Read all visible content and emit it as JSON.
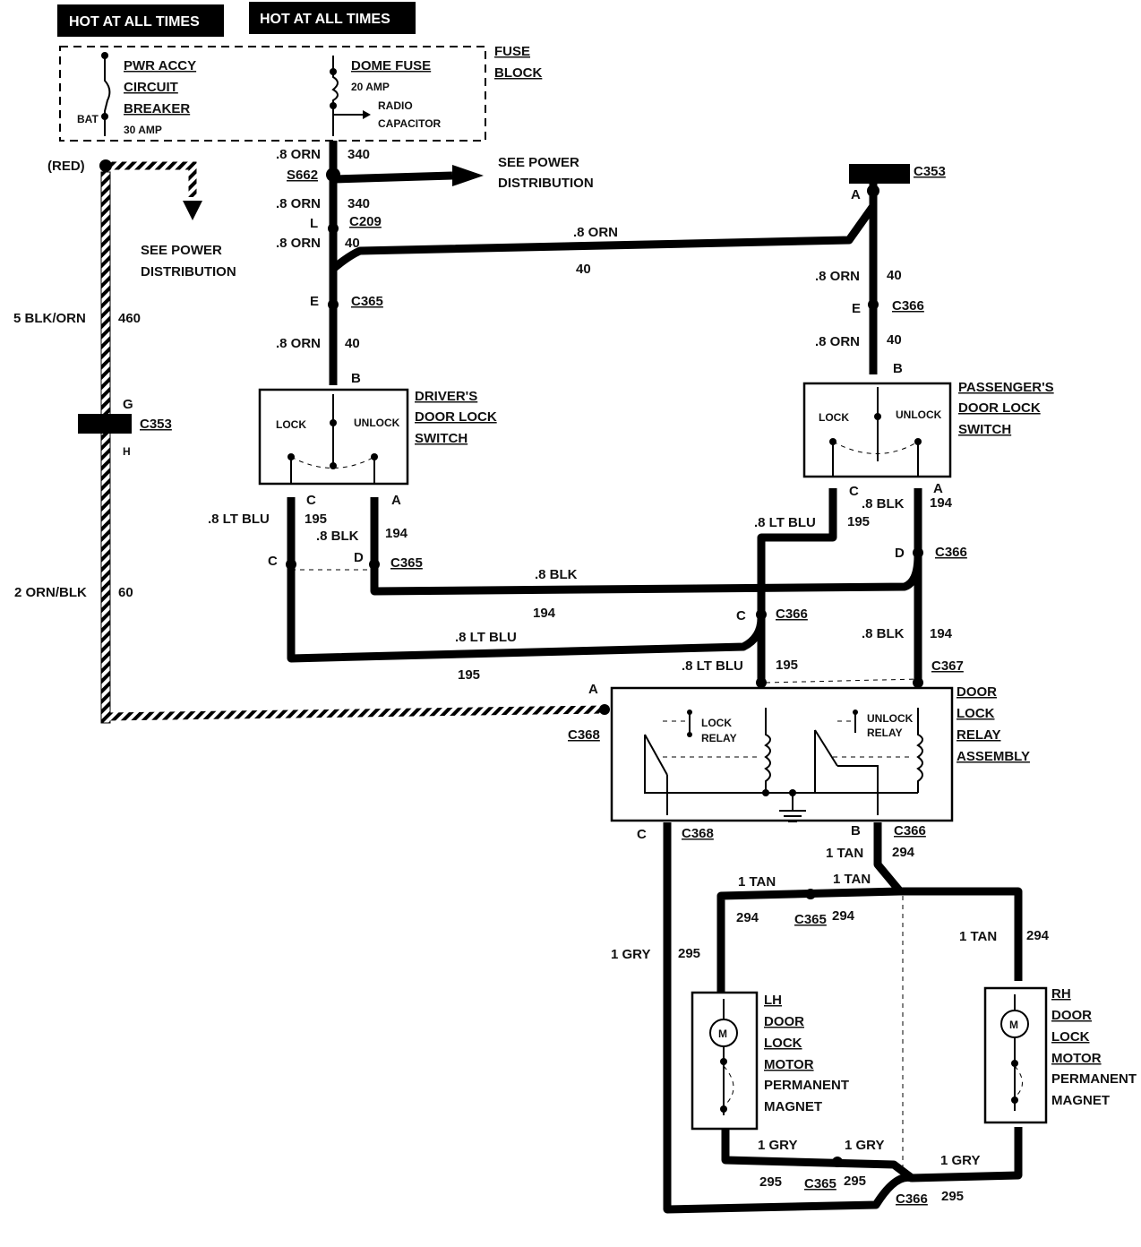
{
  "headers": {
    "hot1": "HOT AT ALL TIMES",
    "hot2": "HOT AT ALL TIMES"
  },
  "fuse_block": {
    "title1": "FUSE",
    "title2": "BLOCK",
    "breaker1": "PWR ACCY",
    "breaker2": "CIRCUIT",
    "breaker3": "BREAKER",
    "breaker_amp": "30 AMP",
    "bat": "BAT",
    "dome1": "DOME FUSE",
    "dome_amp": "20 AMP",
    "radio1": "RADIO",
    "radio2": "CAPACITOR"
  },
  "top": {
    "red": "(RED)",
    "see_power1a": "SEE POWER",
    "see_power1b": "DISTRIBUTION",
    "see_power2a": "SEE POWER",
    "see_power2b": "DISTRIBUTION",
    "s662": "S662",
    "orn340a": ".8 ORN",
    "n340a": "340",
    "orn340b": ".8 ORN",
    "n340b": "340",
    "c209_pin": "L",
    "c209": "C209",
    "orn40a": ".8 ORN",
    "n40a": "40",
    "c365_pin_e": "E",
    "c365_e": "C365",
    "orn40b": ".8 ORN",
    "n40b": "40",
    "pin_b_drv": "B",
    "top_orn": ".8 ORN",
    "top_40": "40",
    "c353_pin_a": "A",
    "c353_top": "C353",
    "orn40c": ".8 ORN",
    "n40c": "40",
    "c366_pin_e": "E",
    "c366_e": "C366",
    "orn40d": ".8 ORN",
    "n40d": "40",
    "pin_b_pass": "B"
  },
  "left": {
    "blk_orn": "5 BLK/ORN",
    "n460": "460",
    "c353_g": "G",
    "c353": "C353",
    "c353_h": "H",
    "orn_blk": "2 ORN/BLK",
    "n60": "60"
  },
  "driver_switch": {
    "t1": "DRIVER'S",
    "t2": "DOOR LOCK",
    "t3": "SWITCH",
    "lock": "LOCK",
    "unlock": "UNLOCK",
    "pin_c": "C",
    "pin_a": "A",
    "ltblu": ".8 LT BLU",
    "n195": "195",
    "blk": ".8 BLK",
    "n194": "194",
    "c365_c": "C",
    "c365_d": "D",
    "c365": "C365"
  },
  "passenger_switch": {
    "t1": "PASSENGER'S",
    "t2": "DOOR LOCK",
    "t3": "SWITCH",
    "lock": "LOCK",
    "unlock": "UNLOCK",
    "pin_c": "C",
    "pin_a": "A",
    "blk": ".8 BLK",
    "n194": "194",
    "ltblu": ".8 LT BLU",
    "n195": "195",
    "c366_d": "D",
    "c366": "C366"
  },
  "middle": {
    "blk_mid": ".8 BLK",
    "n194_mid": "194",
    "ltblu_low": ".8 LT BLU",
    "n195_low": "195",
    "c366_c": "C",
    "c366_mid": "C366",
    "blk_right": ".8 BLK",
    "n194_right": "194",
    "ltblu_relay": ".8 LT BLU",
    "n195_relay": "195",
    "c367": "C367"
  },
  "relay": {
    "t1": "DOOR",
    "t2": "LOCK",
    "t3": "RELAY",
    "t4": "ASSEMBLY",
    "lock1": "LOCK",
    "lock2": "RELAY",
    "unlock1": "UNLOCK",
    "unlock2": "RELAY",
    "pin_a": "A",
    "c368_a": "C368",
    "pin_c": "C",
    "c368_c": "C368",
    "pin_b": "B",
    "c366_b": "C366"
  },
  "motors": {
    "tan1": "1 TAN",
    "n294a": "294",
    "tan2": "1 TAN",
    "tan3": "1 TAN",
    "n294b": "294",
    "c365_tan": "C365",
    "n294c": "294",
    "tan4": "1 TAN",
    "n294d": "294",
    "gry1": "1 GRY",
    "n295a": "295",
    "lh1": "LH",
    "lh2": "DOOR",
    "lh3": "LOCK",
    "lh4": "MOTOR",
    "lh5": "PERMANENT",
    "lh6": "MAGNET",
    "rh1": "RH",
    "rh2": "DOOR",
    "rh3": "LOCK",
    "rh4": "MOTOR",
    "rh5": "PERMANENT",
    "rh6": "MAGNET",
    "m1": "M",
    "m2": "M",
    "gry2": "1 GRY",
    "gry3": "1 GRY",
    "n295b": "295",
    "c365_gry": "C365",
    "n295c": "295",
    "gry4": "1 GRY",
    "c366_gry": "C366",
    "n295d": "295"
  }
}
